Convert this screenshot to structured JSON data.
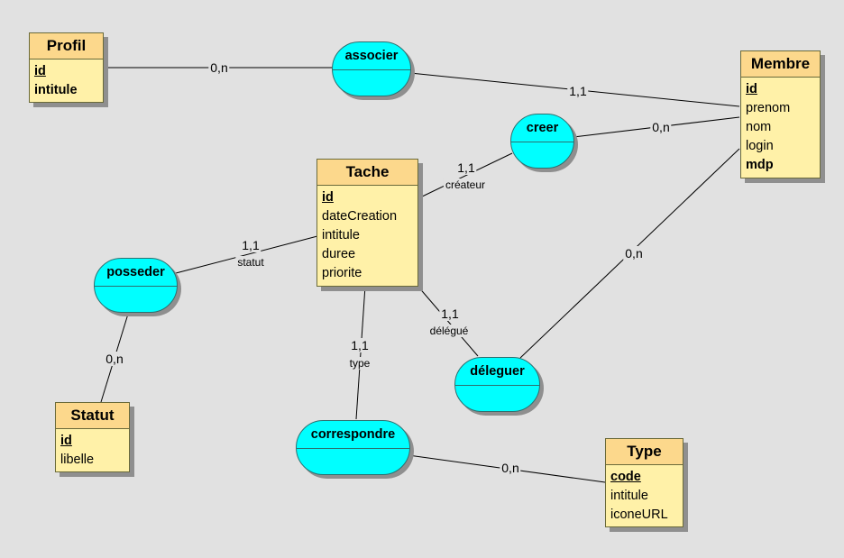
{
  "entities": {
    "profil": {
      "name": "Profil",
      "attributes": [
        {
          "text": "id",
          "key": true
        },
        {
          "text": "intitule",
          "bold": true
        }
      ]
    },
    "membre": {
      "name": "Membre",
      "attributes": [
        {
          "text": "id",
          "key": true
        },
        {
          "text": "prenom"
        },
        {
          "text": "nom"
        },
        {
          "text": "login"
        },
        {
          "text": "mdp",
          "bold": true
        }
      ]
    },
    "tache": {
      "name": "Tache",
      "attributes": [
        {
          "text": "id",
          "key": true
        },
        {
          "text": "dateCreation"
        },
        {
          "text": "intitule"
        },
        {
          "text": "duree"
        },
        {
          "text": "priorite"
        }
      ]
    },
    "statut": {
      "name": "Statut",
      "attributes": [
        {
          "text": "id",
          "key": true
        },
        {
          "text": "libelle"
        }
      ]
    },
    "type": {
      "name": "Type",
      "attributes": [
        {
          "text": "code",
          "key": true
        },
        {
          "text": "intitule"
        },
        {
          "text": "iconeURL"
        }
      ]
    }
  },
  "associations": {
    "associer": {
      "name": "associer"
    },
    "creer": {
      "name": "creer"
    },
    "posseder": {
      "name": "posseder"
    },
    "deleguer": {
      "name": "déleguer"
    },
    "correspondre": {
      "name": "correspondre"
    }
  },
  "links": {
    "profil_associer": {
      "card": "0,n"
    },
    "associer_membre": {
      "card": "1,1"
    },
    "creer_membre": {
      "card": "0,n"
    },
    "tache_creer": {
      "card": "1,1",
      "role": "créateur"
    },
    "tache_posseder": {
      "card": "1,1",
      "role": "statut"
    },
    "posseder_statut": {
      "card": "0,n"
    },
    "tache_correspondre": {
      "card": "1,1",
      "role": "type"
    },
    "correspondre_type": {
      "card": "0,n"
    },
    "tache_deleguer": {
      "card": "1,1",
      "role": "délégué"
    },
    "deleguer_membre": {
      "card": "0,n"
    }
  }
}
